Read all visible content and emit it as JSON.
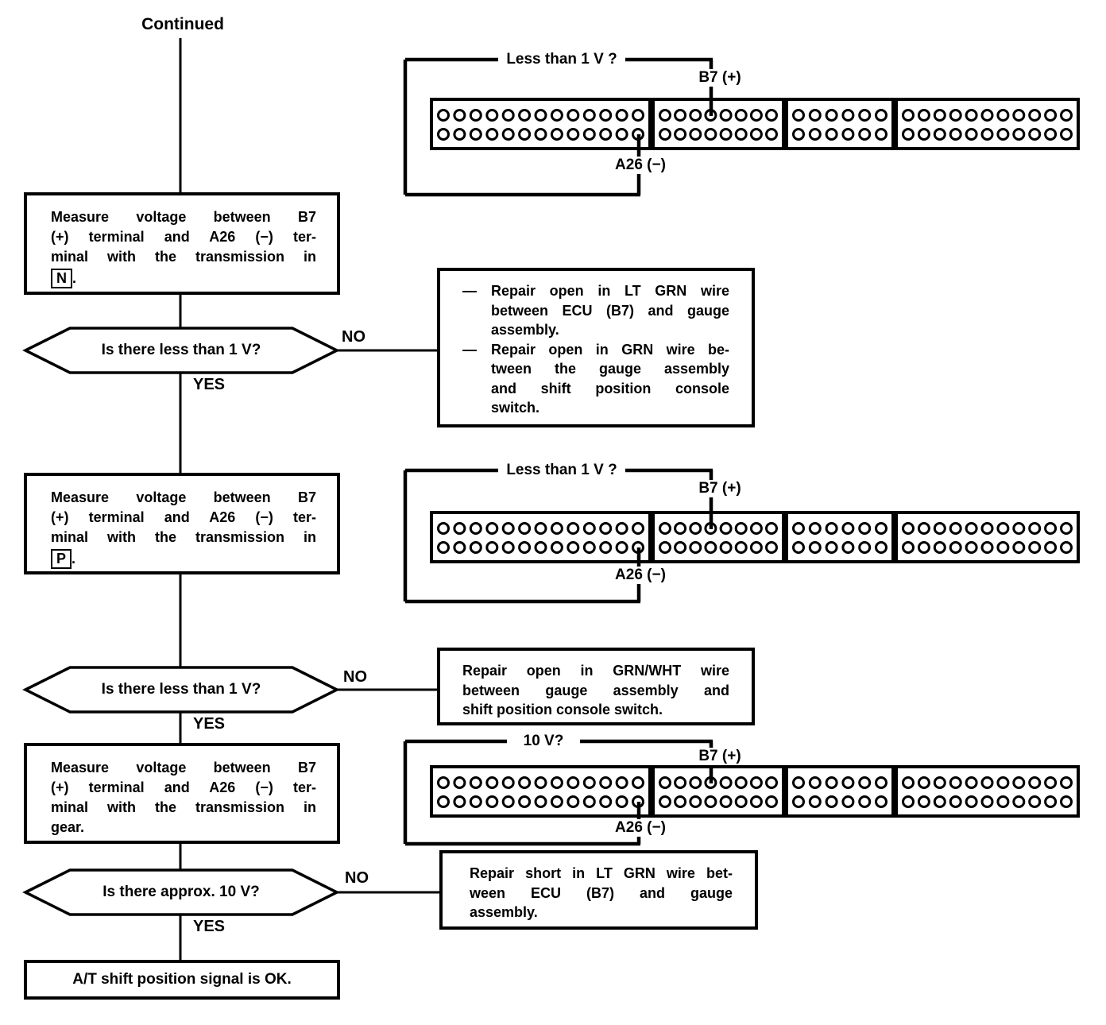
{
  "labels": {
    "continued": "Continued",
    "yes": "YES",
    "no": "NO"
  },
  "measure_n": {
    "line1": "Measure voltage between B7",
    "line2": "(+) terminal and A26 (−) ter-",
    "line3": "minal with the transmission in",
    "boxed_letter": "N",
    "period": "."
  },
  "measure_p": {
    "line1": "Measure voltage between B7",
    "line2": "(+) terminal and A26 (−) ter-",
    "line3": "minal with the transmission in",
    "boxed_letter": "P",
    "period": "."
  },
  "measure_gear": {
    "line1": "Measure voltage between B7",
    "line2": "(+) terminal and A26 (−) ter-",
    "line3": "minal with the transmission in",
    "line4": "gear."
  },
  "decisions": {
    "d1": "Is there less than 1 V?",
    "d2": "Is there less than 1 V?",
    "d3": "Is there approx. 10 V?"
  },
  "repairs": {
    "dash": "—",
    "r1": {
      "item1": {
        "l1": "Repair open in LT GRN wire",
        "l2": "between ECU (B7) and gauge",
        "l3": "assembly."
      },
      "item2": {
        "l1": "Repair open in GRN wire be-",
        "l2": "tween the gauge assembly",
        "l3": "and shift position console",
        "l4": "switch."
      }
    },
    "r2": {
      "l1": "Repair open in GRN/WHT wire",
      "l2": "between gauge assembly and",
      "l3": "shift position console switch."
    },
    "r3": {
      "l1": "Repair short in LT GRN wire bet-",
      "l2": "ween ECU (B7) and gauge",
      "l3": "assembly."
    }
  },
  "result": {
    "text": "A/T shift position signal is OK."
  },
  "connectors": {
    "pins_per_block": [
      13,
      8,
      6,
      11
    ],
    "rows": 2,
    "d1": {
      "bracket_label": "Less than 1 V ?",
      "b7": "B7 (+)",
      "a26": "A26 (−)"
    },
    "d2": {
      "bracket_label": "Less than 1 V ?",
      "b7": "B7 (+)",
      "a26": "A26 (−)"
    },
    "d3": {
      "bracket_label": "10 V?",
      "b7": "B7 (+)",
      "a26": "A26 (−)"
    }
  }
}
